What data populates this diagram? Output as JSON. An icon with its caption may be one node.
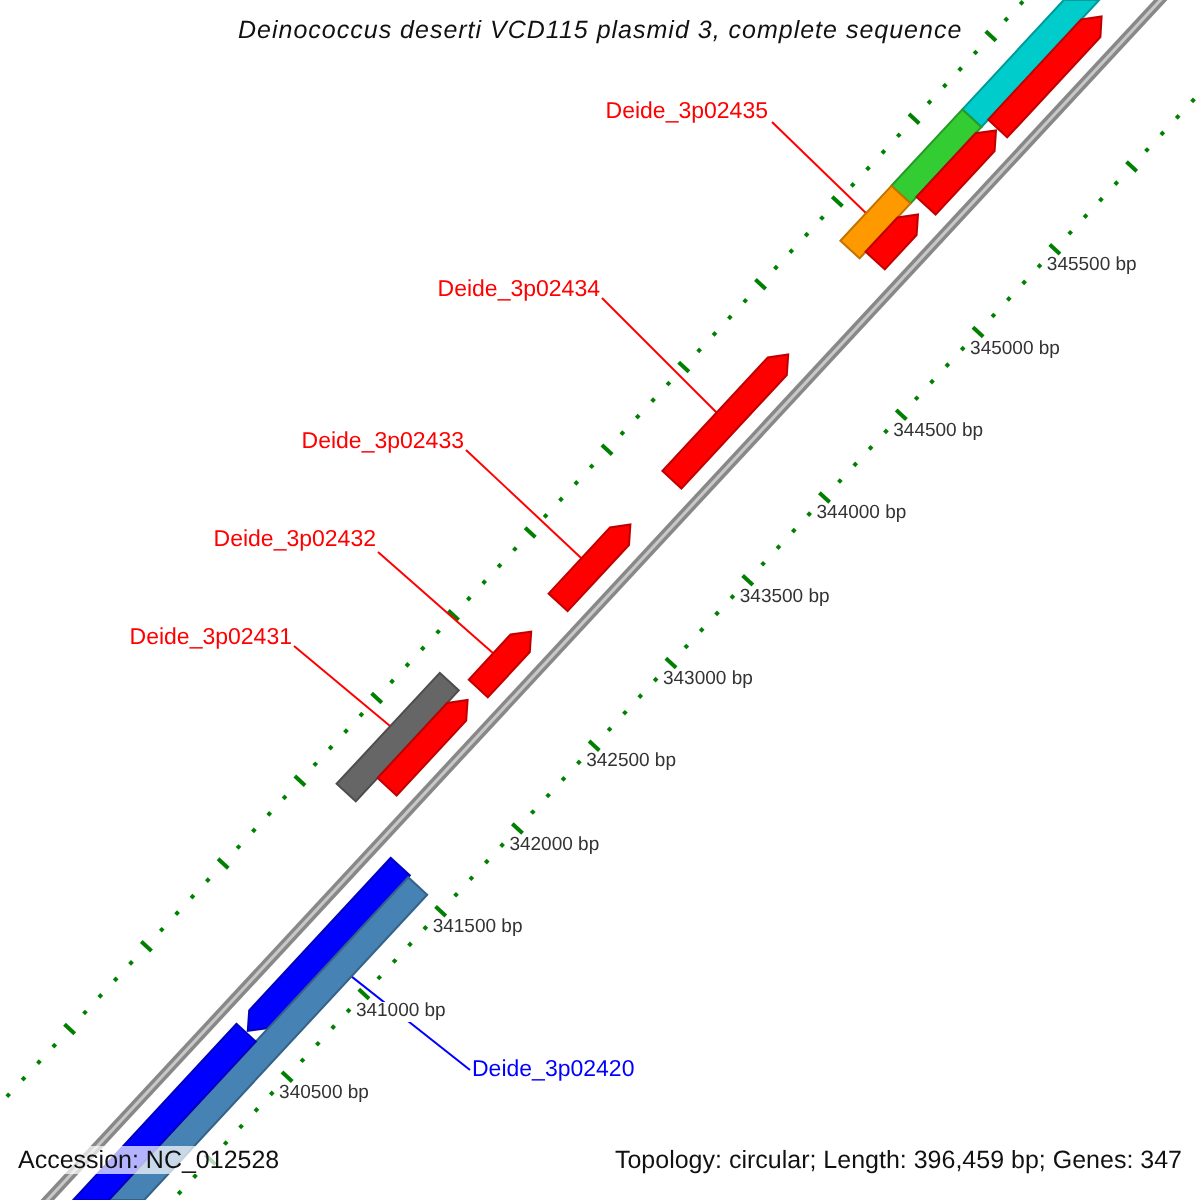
{
  "diagram": {
    "title": "Deinococcus deserti VCD115 plasmid 3, complete sequence",
    "nodes": [
      {
        "text": [
          "Deide_3p02435"
        ]
      },
      {
        "text": [
          "Deide_3p02434"
        ]
      },
      {
        "text": [
          "Deide_3p02433"
        ]
      },
      {
        "text": [
          "Deide_3p02432"
        ]
      },
      {
        "text": [
          "Deide_3p02431"
        ]
      },
      {
        "text": [
          "Deide_3p02420"
        ]
      },
      {
        "text": [],
        "shape": "bar"
      },
      {
        "text": [],
        "shape": "arrow"
      },
      {
        "text": [],
        "shape": "bar"
      },
      {
        "text": [],
        "shape": "arrow"
      },
      {
        "text": [],
        "shape": "bar"
      },
      {
        "text": [],
        "shape": "arrow"
      },
      {
        "text": [],
        "shape": "arrow"
      },
      {
        "text": [],
        "shape": "arrow"
      },
      {
        "text": [],
        "shape": "arrow"
      },
      {
        "text": [],
        "shape": "bar"
      },
      {
        "text": [],
        "shape": "arrow"
      },
      {
        "text": [],
        "shape": "arrow"
      },
      {
        "text": [],
        "shape": "bar"
      },
      {
        "text": [],
        "shape": "arrow"
      }
    ],
    "edges": [
      {
        "from": 0,
        "to": 11,
        "arrow": "none"
      },
      {
        "from": 1,
        "to": 12,
        "arrow": "none"
      },
      {
        "from": 2,
        "to": 13,
        "arrow": "none"
      },
      {
        "from": 3,
        "to": 14,
        "arrow": "none"
      },
      {
        "from": 4,
        "to": 16,
        "arrow": "none"
      },
      {
        "from": 5,
        "to": 17,
        "arrow": "none",
        "color": "#0000ff"
      }
    ],
    "labels": [
      "345500 bp",
      "345000 bp",
      "344500 bp",
      "344000 bp",
      "343500 bp",
      "343000 bp",
      "342500 bp",
      "342000 bp",
      "341500 bp",
      "341000 bp",
      "340500 bp",
      "Accession: NC_012528",
      "Topology: circular; Length: 396,459 bp; Genes: 347"
    ]
  }
}
